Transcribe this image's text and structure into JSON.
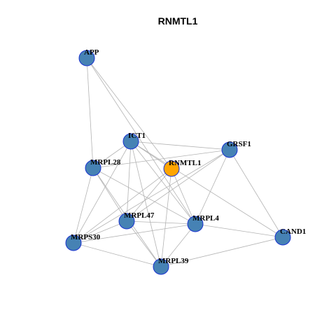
{
  "title": "RNMTL1",
  "colors": {
    "node_fill": "#4682B4",
    "center_fill": "#FFA500",
    "node_border": "#1A33D1",
    "edge": "#B3B3B3"
  },
  "nodes": [
    {
      "id": "APP",
      "label": "APP",
      "center": false
    },
    {
      "id": "ICT1",
      "label": "ICT1",
      "center": false
    },
    {
      "id": "GRSF1",
      "label": "GRSF1",
      "center": false
    },
    {
      "id": "MRPL28",
      "label": "MRPL28",
      "center": false
    },
    {
      "id": "RNMTL1",
      "label": "RNMTL1",
      "center": true
    },
    {
      "id": "MRPL47",
      "label": "MRPL47",
      "center": false
    },
    {
      "id": "MRPL4",
      "label": "MRPL4",
      "center": false
    },
    {
      "id": "CAND1",
      "label": "CAND1",
      "center": false
    },
    {
      "id": "MRPS30",
      "label": "MRPS30",
      "center": false
    },
    {
      "id": "MRPL39",
      "label": "MRPL39",
      "center": false
    }
  ],
  "edges": [
    [
      "APP",
      "MRPL28"
    ],
    [
      "APP",
      "RNMTL1"
    ],
    [
      "APP",
      "MRPL4"
    ],
    [
      "ICT1",
      "GRSF1"
    ],
    [
      "ICT1",
      "MRPL28"
    ],
    [
      "ICT1",
      "RNMTL1"
    ],
    [
      "ICT1",
      "MRPL47"
    ],
    [
      "ICT1",
      "MRPL4"
    ],
    [
      "ICT1",
      "MRPS30"
    ],
    [
      "ICT1",
      "MRPL39"
    ],
    [
      "ICT1",
      "CAND1"
    ],
    [
      "GRSF1",
      "MRPL28"
    ],
    [
      "GRSF1",
      "MRPL47"
    ],
    [
      "GRSF1",
      "MRPL4"
    ],
    [
      "GRSF1",
      "CAND1"
    ],
    [
      "GRSF1",
      "MRPS30"
    ],
    [
      "MRPL28",
      "MRPL4"
    ],
    [
      "MRPL28",
      "MRPS30"
    ],
    [
      "MRPL28",
      "MRPL39"
    ],
    [
      "MRPL28",
      "MRPL47"
    ],
    [
      "RNMTL1",
      "MRPL47"
    ],
    [
      "RNMTL1",
      "MRPL4"
    ],
    [
      "RNMTL1",
      "MRPL39"
    ],
    [
      "RNMTL1",
      "MRPS30"
    ],
    [
      "MRPL47",
      "MRPL4"
    ],
    [
      "MRPL47",
      "MRPS30"
    ],
    [
      "MRPL47",
      "MRPL39"
    ],
    [
      "MRPL4",
      "MRPS30"
    ],
    [
      "MRPL4",
      "MRPL39"
    ],
    [
      "MRPL4",
      "CAND1"
    ],
    [
      "MRPS30",
      "MRPL39"
    ],
    [
      "MRPL39",
      "CAND1"
    ]
  ]
}
